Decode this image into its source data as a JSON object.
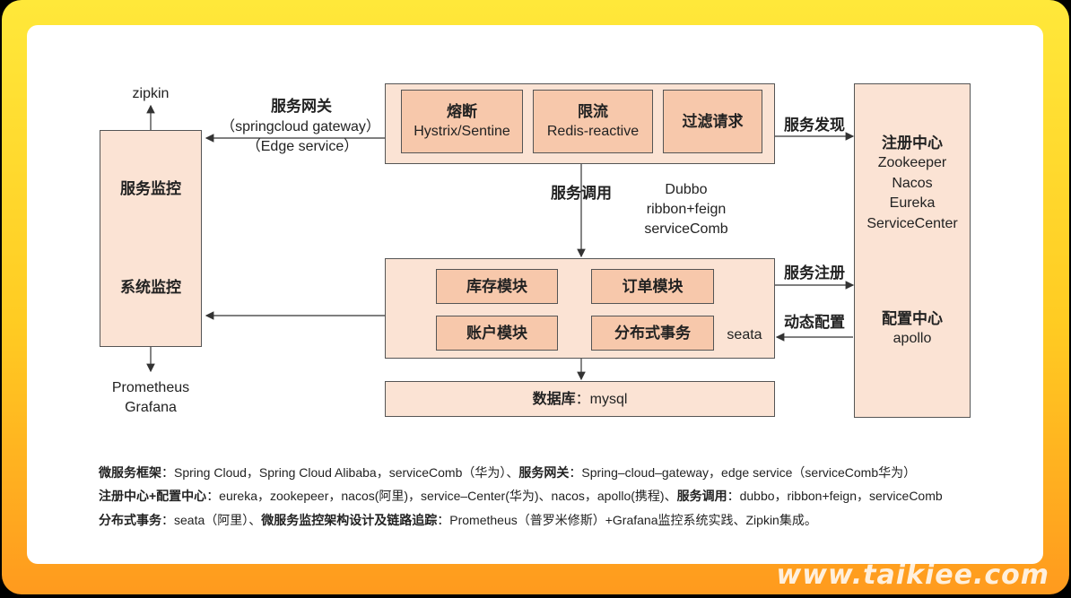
{
  "monitor": {
    "service_monitor": "服务监控",
    "system_monitor": "系统监控",
    "zipkin": "zipkin",
    "prometheus": "Prometheus",
    "grafana": "Grafana"
  },
  "gateway": {
    "title": "服务网关",
    "line1": "（springcloud gateway）",
    "line2": "（Edge service）",
    "fuse_title": "熔断",
    "fuse_sub": "Hystrix/Sentine",
    "limit_title": "限流",
    "limit_sub": "Redis-reactive",
    "filter_title": "过滤请求"
  },
  "invoke": {
    "label": "服务调用",
    "tech1": "Dubbo",
    "tech2": "ribbon+feign",
    "tech3": "serviceComb"
  },
  "business": {
    "inventory": "库存模块",
    "order": "订单模块",
    "account": "账户模块",
    "distributed_tx": "分布式事务",
    "seata": "seata"
  },
  "database": {
    "label_bold": "数据库",
    "label_rest": "：mysql"
  },
  "registry": {
    "title": "注册中心",
    "items": [
      "Zookeeper",
      "Nacos",
      "Eureka",
      "ServiceCenter"
    ],
    "config_title": "配置中心",
    "config_item": "apollo"
  },
  "arrows": {
    "discovery": "服务发现",
    "register": "服务注册",
    "dynamic_config": "动态配置"
  },
  "captions": {
    "l1_b1": "微服务框架",
    "l1_t1": "：Spring Cloud，Spring Cloud Alibaba，serviceComb（华为）、",
    "l1_b2": "服务网关",
    "l1_t2": "：Spring–cloud–gateway，edge service（serviceComb华为）",
    "l2_b1": "注册中心+配置中心",
    "l2_t1": "：eureka，zookepeer，nacos(阿里)，service–Center(华为)、nacos，apollo(携程)、",
    "l2_b2": "服务调用",
    "l2_t2": "：dubbo，ribbon+feign，serviceComb",
    "l3_b1": "分布式事务",
    "l3_t1": "：seata（阿里）、",
    "l3_b2": "微服务监控架构设计及链路追踪",
    "l3_t2": "：Prometheus（普罗米修斯）+Grafana监控系统实践、Zipkin集成。"
  },
  "watermark": "www.taikiee.com"
}
